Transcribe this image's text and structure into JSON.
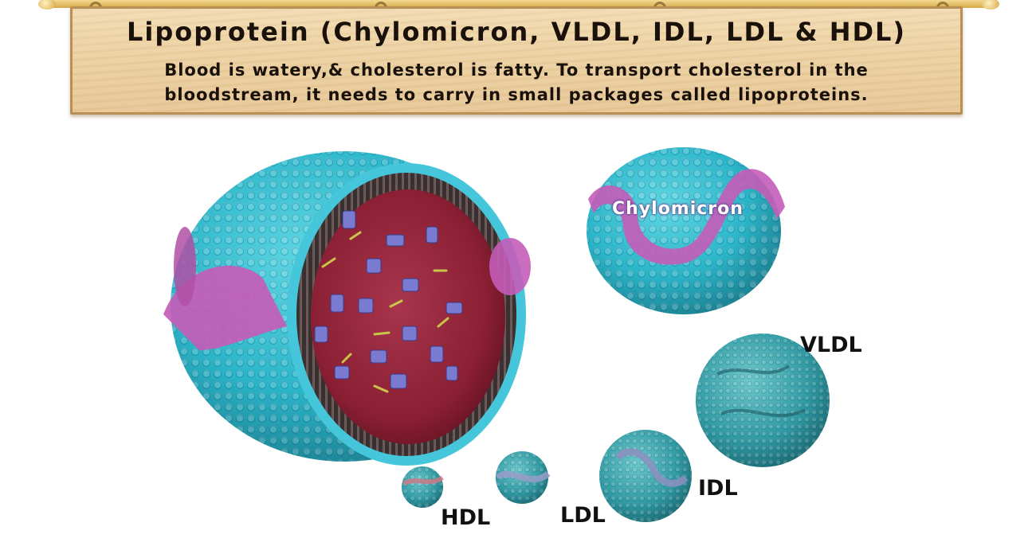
{
  "banner": {
    "title": "Lipoprotein (Chylomicron, VLDL, IDL, LDL & HDL)",
    "subtitle_line1": "Blood is watery,& cholesterol is fatty. To transport cholesterol in the",
    "subtitle_line2": "bloodstream, it needs to carry in small packages called lipoproteins."
  },
  "labels": {
    "chylomicron": "Chylomicron",
    "vldl": "VLDL",
    "idl": "IDL",
    "ldl": "LDL",
    "hdl": "HDL"
  },
  "colors": {
    "shell": "#2bb5c9",
    "shell_dark": "#1c8a9c",
    "core": "#8a1f33",
    "apoprotein": "#c45cb8",
    "particle_teal": "#3a9fa8",
    "banner": "#ecd1a2"
  }
}
